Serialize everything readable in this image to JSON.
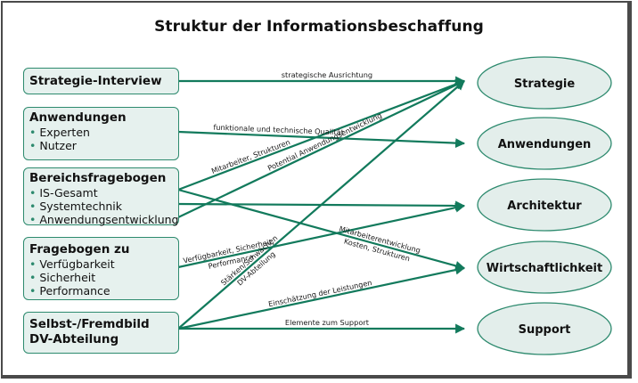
{
  "title": "Struktur der Informationsbeschaffung",
  "colors": {
    "line": "#127a5c",
    "box_border": "#2d8a6e",
    "box_fill": "#e6f1ee",
    "ellipse_fill": "#e3eeeb",
    "frame": "#4a4a4a"
  },
  "sources": [
    {
      "id": "strategie-interview",
      "head": "Strategie-Interview",
      "items": []
    },
    {
      "id": "anwendungen",
      "head": "Anwendungen",
      "items": [
        "Experten",
        "Nutzer"
      ]
    },
    {
      "id": "bereichsfragebogen",
      "head": "Bereichsfragebogen",
      "items": [
        "IS-Gesamt",
        "Systemtechnik",
        "Anwendungsentwicklung"
      ]
    },
    {
      "id": "fragebogen-zu",
      "head": "Fragebogen zu",
      "items": [
        "Verfügbarkeit",
        "Sicherheit",
        "Performance"
      ]
    },
    {
      "id": "selbst-fremdbild",
      "head": "Selbst-/Fremdbild DV-Abteilung",
      "head_lines": [
        "Selbst-/Fremdbild",
        "DV-Abteilung"
      ],
      "items": []
    }
  ],
  "targets": [
    {
      "id": "strategie",
      "label": "Strategie"
    },
    {
      "id": "anwendungen",
      "label": "Anwendungen"
    },
    {
      "id": "architektur",
      "label": "Architektur"
    },
    {
      "id": "wirtschaftlichkeit",
      "label": "Wirtschaftlichkeit"
    },
    {
      "id": "support",
      "label": "Support"
    }
  ],
  "edges": [
    {
      "from": "Strategie-Interview",
      "to": "Strategie",
      "label": [
        "strategische Ausrichtung"
      ]
    },
    {
      "from": "Anwendungen",
      "to": "Anwendungen",
      "label": [
        "funktionale und technische Qualität"
      ]
    },
    {
      "from": "IS-Gesamt",
      "to": "Strategie",
      "label": [
        "Mitarbeiter, Strukturen"
      ]
    },
    {
      "from": "IS-Gesamt",
      "to": "Wirtschaftlichkeit",
      "label": [
        "Mitarbeiterentwicklung",
        "Kosten, Strukturen"
      ]
    },
    {
      "from": "Systemtechnik",
      "to": "Architektur",
      "label": []
    },
    {
      "from": "Anwendungsentwicklung",
      "to": "Strategie",
      "label": [
        "Potential Anwendungsentwicklung"
      ]
    },
    {
      "from": "Fragebogen zu",
      "to": "Architektur",
      "label": [
        "Verfügbarkeit, Sicherheit,",
        "Performance"
      ]
    },
    {
      "from": "Selbst-/Fremdbild DV-Abteilung",
      "to": "Strategie",
      "label": [
        "Stärken/Schwächen",
        "DV-Abteilung"
      ]
    },
    {
      "from": "Selbst-/Fremdbild DV-Abteilung",
      "to": "Wirtschaftlichkeit",
      "label": [
        "Einschätzung der Leistungen"
      ]
    },
    {
      "from": "Selbst-/Fremdbild DV-Abteilung",
      "to": "Support",
      "label": [
        "Elemente zum Support"
      ]
    }
  ]
}
